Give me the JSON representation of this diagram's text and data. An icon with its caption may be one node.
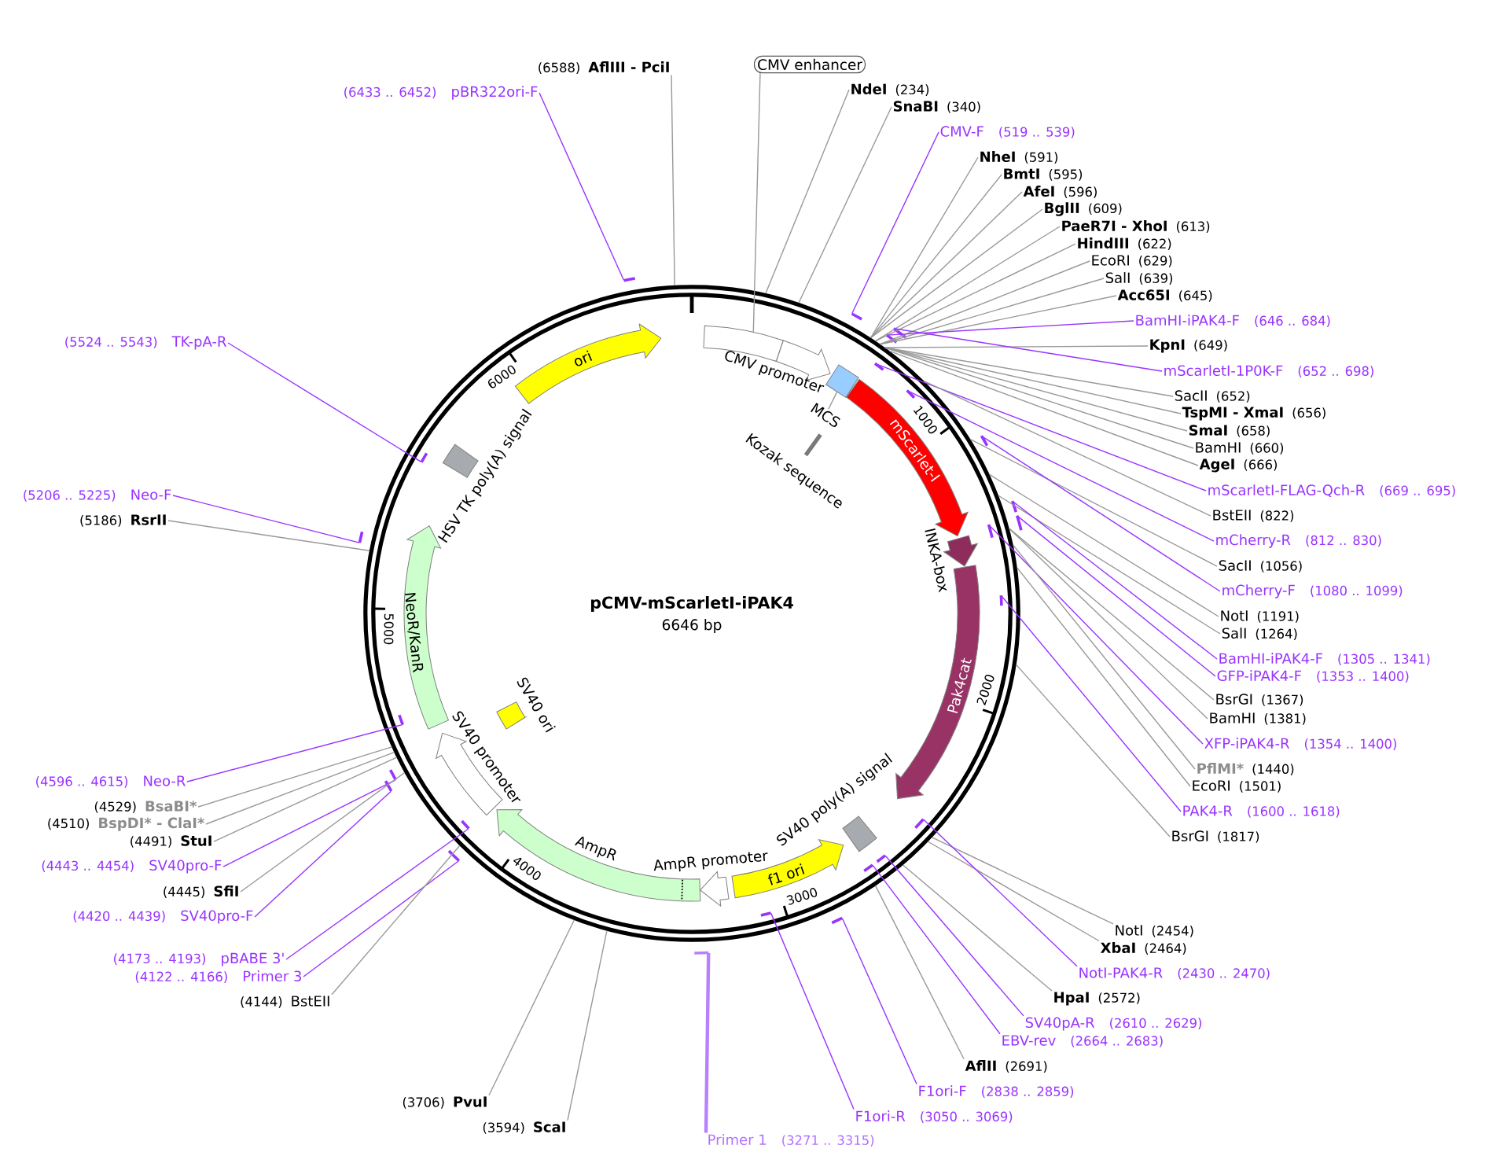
{
  "diagram": {
    "title": "pCMV-mScarletI-iPAK4",
    "nodes": [
      {
        "text": [
          "CMV enhancer"
        ]
      },
      {
        "text": [
          "NdeI",
          "(234)"
        ]
      },
      {
        "text": [
          "SnaBI",
          "(340)"
        ]
      },
      {
        "text": [
          "CMV-F",
          "(519 .. 539)"
        ]
      },
      {
        "text": [
          "NheI",
          "(591)"
        ]
      },
      {
        "text": [
          "BmtI",
          "(595)"
        ]
      },
      {
        "text": [
          "AfeI",
          "(596)"
        ]
      },
      {
        "text": [
          "BglII",
          "(609)"
        ]
      },
      {
        "text": [
          "PaeR7I - XhoI",
          "(613)"
        ]
      },
      {
        "text": [
          "HindIII",
          "(622)"
        ]
      },
      {
        "text": [
          "EcoRI",
          "(629)"
        ]
      },
      {
        "text": [
          "SalI",
          "(639)"
        ]
      },
      {
        "text": [
          "Acc65I",
          "(645)"
        ]
      },
      {
        "text": [
          "BamHI-iPAK4-F",
          "(646 .. 684)"
        ]
      },
      {
        "text": [
          "KpnI",
          "(649)"
        ]
      },
      {
        "text": [
          "mScarletI-1P0K-F",
          "(652 .. 698)"
        ]
      },
      {
        "text": [
          "SacII",
          "(652)"
        ]
      },
      {
        "text": [
          "TspMI - XmaI",
          "(656)"
        ]
      },
      {
        "text": [
          "SmaI",
          "(658)"
        ]
      },
      {
        "text": [
          "BamHI",
          "(660)"
        ]
      },
      {
        "text": [
          "AgeI",
          "(666)"
        ]
      },
      {
        "text": [
          "mScarletI-FLAG-Qch-R",
          "(669 .. 695)"
        ]
      },
      {
        "text": [
          "BstEII",
          "(822)"
        ]
      },
      {
        "text": [
          "mCherry-R",
          "(812 .. 830)"
        ]
      },
      {
        "text": [
          "SacII",
          "(1056)"
        ]
      },
      {
        "text": [
          "mCherry-F",
          "(1080 .. 1099)"
        ]
      },
      {
        "text": [
          "NotI",
          "(1191)"
        ]
      },
      {
        "text": [
          "SalI",
          "(1264)"
        ]
      },
      {
        "text": [
          "BamHI-iPAK4-F",
          "(1305 .. 1341)"
        ]
      },
      {
        "text": [
          "GFP-iPAK4-F",
          "(1353 .. 1400)"
        ]
      },
      {
        "text": [
          "BsrGI",
          "(1367)"
        ]
      },
      {
        "text": [
          "BamHI",
          "(1381)"
        ]
      },
      {
        "text": [
          "XFP-iPAK4-R",
          "(1354 .. 1400)"
        ]
      },
      {
        "text": [
          "PflMI*",
          "(1440)"
        ]
      },
      {
        "text": [
          "EcoRI",
          "(1501)"
        ]
      },
      {
        "text": [
          "PAK4-R",
          "(1600 .. 1618)"
        ]
      },
      {
        "text": [
          "BsrGI",
          "(1817)"
        ]
      },
      {
        "text": [
          "NotI",
          "(2454)"
        ]
      },
      {
        "text": [
          "XbaI",
          "(2464)"
        ]
      },
      {
        "text": [
          "NotI-PAK4-R",
          "(2430 .. 2470)"
        ]
      },
      {
        "text": [
          "HpaI",
          "(2572)"
        ]
      },
      {
        "text": [
          "SV40pA-R",
          "(2610 .. 2629)"
        ]
      },
      {
        "text": [
          "EBV-rev",
          "(2664 .. 2683)"
        ]
      },
      {
        "text": [
          "AflII",
          "(2691)"
        ]
      },
      {
        "text": [
          "F1ori-F",
          "(2838 .. 2859)"
        ]
      },
      {
        "text": [
          "F1ori-R",
          "(3050 .. 3069)"
        ]
      },
      {
        "text": [
          "Primer 1",
          "(3271 .. 3315)"
        ]
      },
      {
        "text": [
          "(6588)",
          "AflIII - PciI"
        ]
      },
      {
        "text": [
          "(6433 .. 6452)",
          "pBR322ori-F"
        ]
      },
      {
        "text": [
          "(5524 .. 5543)",
          "TK-pA-R"
        ]
      },
      {
        "text": [
          "(5206 .. 5225)",
          "Neo-F"
        ]
      },
      {
        "text": [
          "(5186)",
          "RsrII"
        ]
      },
      {
        "text": [
          "(4596 .. 4615)",
          "Neo-R"
        ]
      },
      {
        "text": [
          "(4529)",
          "BsaBI*"
        ]
      },
      {
        "text": [
          "(4510)",
          "BspDI* - ClaI*"
        ]
      },
      {
        "text": [
          "(4491)",
          "StuI"
        ]
      },
      {
        "text": [
          "(4443 .. 4454)",
          "SV40pro-F"
        ]
      },
      {
        "text": [
          "(4445)",
          "SfiI"
        ]
      },
      {
        "text": [
          "(4420 .. 4439)",
          "SV40pro-F"
        ]
      },
      {
        "text": [
          "(4173 .. 4193)",
          "pBABE 3'"
        ]
      },
      {
        "text": [
          "(4122 .. 4166)",
          "Primer 3"
        ]
      },
      {
        "text": [
          "(4144)",
          "BstEII"
        ]
      },
      {
        "text": [
          "(3706)",
          "PvuI"
        ]
      },
      {
        "text": [
          "(3594)",
          "ScaI"
        ]
      },
      {
        "text": [],
        "shape": "circle"
      },
      {
        "text": [
          "ori"
        ],
        "in": 64
      },
      {
        "text": [],
        "shape": "bar",
        "in": 64
      },
      {
        "text": [
          "CMV promoter"
        ],
        "in": 64
      },
      {
        "text": [
          "MCS"
        ],
        "in": 64
      },
      {
        "text": [],
        "shape": "box",
        "in": 64
      },
      {
        "text": [
          "Kozak sequence"
        ],
        "in": 64
      },
      {
        "text": [
          "mScarlet-I"
        ],
        "in": 64
      },
      {
        "text": [
          "INKA-box"
        ],
        "in": 64
      },
      {
        "text": [
          "Pak4cat"
        ],
        "in": 64
      },
      {
        "text": [
          "SV40 poly(A) signal"
        ],
        "in": 64
      },
      {
        "text": [
          "f1 ori"
        ],
        "in": 64
      },
      {
        "text": [
          "AmpR promoter"
        ],
        "in": 64
      },
      {
        "text": [
          "AmpR"
        ],
        "in": 64
      },
      {
        "text": [
          "SV40 promoter"
        ],
        "in": 64
      },
      {
        "text": [
          "SV40 ori"
        ],
        "in": 64
      },
      {
        "text": [
          "NeoR/KanR"
        ],
        "in": 64
      },
      {
        "text": [
          "HSV TK poly(A) signal"
        ],
        "in": 64
      },
      {
        "text": [],
        "shape": "bar"
      },
      {
        "text": [],
        "shape": "bar"
      },
      {
        "text": [],
        "shape": "bar"
      },
      {
        "text": [],
        "shape": "bar"
      },
      {
        "text": [],
        "shape": "bar",
        "in": 64
      },
      {
        "text": [],
        "shape": "bar",
        "in": 64
      },
      {
        "text": [],
        "shape": "bar"
      },
      {
        "text": [],
        "shape": "bar",
        "in": 64
      },
      {
        "text": [],
        "shape": "bar"
      },
      {
        "text": [],
        "shape": "bar"
      },
      {
        "text": [],
        "shape": "bar",
        "in": 64
      },
      {
        "text": [],
        "shape": "bar"
      },
      {
        "text": [],
        "shape": "bar",
        "in": 64
      },
      {
        "text": [],
        "shape": "bar",
        "in": 64
      },
      {
        "text": [],
        "shape": "bar"
      },
      {
        "text": [],
        "shape": "bar"
      },
      {
        "text": [],
        "shape": "bar",
        "in": 64
      },
      {
        "text": [],
        "shape": "bar",
        "in": 64
      },
      {
        "text": [],
        "shape": "bar",
        "in": 64
      },
      {
        "text": [],
        "shape": "bar"
      },
      {
        "text": [],
        "shape": "bar",
        "in": 64
      },
      {
        "text": [],
        "shape": "bar",
        "in": 64
      },
      {
        "text": [],
        "shape": "bar"
      },
      {
        "text": [],
        "shape": "bar"
      }
    ],
    "edges": [
      {
        "from": 0,
        "to": 66,
        "arrow": "none"
      },
      {
        "from": 1,
        "to": 64,
        "arrow": "none"
      },
      {
        "from": 2,
        "to": 64,
        "arrow": "none"
      },
      {
        "from": 3,
        "to": 83,
        "arrow": "none",
        "color": "#9933ff"
      },
      {
        "from": 4,
        "to": 64,
        "arrow": "none"
      },
      {
        "from": 5,
        "to": 64,
        "arrow": "none"
      },
      {
        "from": 6,
        "to": 64,
        "arrow": "none"
      },
      {
        "from": 7,
        "to": 64,
        "arrow": "none"
      },
      {
        "from": 8,
        "to": 64,
        "arrow": "none"
      },
      {
        "from": 9,
        "to": 64,
        "arrow": "none"
      },
      {
        "from": 10,
        "to": 64,
        "arrow": "none"
      },
      {
        "from": 11,
        "to": 64,
        "arrow": "none"
      },
      {
        "from": 12,
        "to": 64,
        "arrow": "none"
      },
      {
        "from": 13,
        "to": 84,
        "arrow": "none",
        "color": "#9933ff"
      },
      {
        "from": 14,
        "to": 64,
        "arrow": "none"
      },
      {
        "from": 15,
        "to": 85,
        "arrow": "none",
        "color": "#9933ff"
      },
      {
        "from": 16,
        "to": 64,
        "arrow": "none"
      },
      {
        "from": 17,
        "to": 64,
        "arrow": "none"
      },
      {
        "from": 18,
        "to": 64,
        "arrow": "none"
      },
      {
        "from": 19,
        "to": 64,
        "arrow": "none"
      },
      {
        "from": 20,
        "to": 64,
        "arrow": "none"
      },
      {
        "from": 21,
        "to": 86,
        "arrow": "none",
        "color": "#9933ff"
      },
      {
        "from": 22,
        "to": 64,
        "arrow": "none"
      },
      {
        "from": 23,
        "to": 87,
        "arrow": "none",
        "color": "#9933ff"
      },
      {
        "from": 24,
        "to": 64,
        "arrow": "none"
      },
      {
        "from": 25,
        "to": 88,
        "arrow": "none",
        "color": "#9933ff"
      },
      {
        "from": 26,
        "to": 64,
        "arrow": "none"
      },
      {
        "from": 27,
        "to": 64,
        "arrow": "none"
      },
      {
        "from": 28,
        "to": 90,
        "arrow": "none",
        "color": "#9933ff"
      },
      {
        "from": 29,
        "to": 91,
        "arrow": "none",
        "color": "#9933ff"
      },
      {
        "from": 30,
        "to": 64,
        "arrow": "none"
      },
      {
        "from": 31,
        "to": 64,
        "arrow": "none"
      },
      {
        "from": 32,
        "to": 92,
        "arrow": "none",
        "color": "#9933ff"
      },
      {
        "from": 33,
        "to": 64,
        "arrow": "none"
      },
      {
        "from": 34,
        "to": 64,
        "arrow": "none"
      },
      {
        "from": 35,
        "to": 94,
        "arrow": "none",
        "color": "#9933ff"
      },
      {
        "from": 36,
        "to": 64,
        "arrow": "none"
      },
      {
        "from": 37,
        "to": 64,
        "arrow": "none"
      },
      {
        "from": 38,
        "to": 64,
        "arrow": "none"
      },
      {
        "from": 39,
        "to": 98,
        "arrow": "none",
        "color": "#9933ff"
      },
      {
        "from": 40,
        "to": 64,
        "arrow": "none"
      },
      {
        "from": 41,
        "to": 100,
        "arrow": "none",
        "color": "#9933ff"
      },
      {
        "from": 42,
        "to": 102,
        "arrow": "none",
        "color": "#9933ff"
      },
      {
        "from": 43,
        "to": 64,
        "arrow": "none"
      },
      {
        "from": 44,
        "to": 104,
        "arrow": "none",
        "color": "#9933ff"
      },
      {
        "from": 45,
        "to": 103,
        "arrow": "none",
        "color": "#9933ff"
      },
      {
        "from": 46,
        "to": 105,
        "arrow": "none",
        "color": "#b880ff",
        "style": "thick"
      },
      {
        "from": 47,
        "to": 64,
        "arrow": "none"
      },
      {
        "from": 48,
        "to": 82,
        "arrow": "none",
        "color": "#9933ff"
      },
      {
        "from": 49,
        "to": 89,
        "arrow": "none",
        "color": "#9933ff"
      },
      {
        "from": 50,
        "to": 93,
        "arrow": "none",
        "color": "#9933ff"
      },
      {
        "from": 51,
        "to": 64,
        "arrow": "none"
      },
      {
        "from": 52,
        "to": 95,
        "arrow": "none",
        "color": "#9933ff"
      },
      {
        "from": 53,
        "to": 64,
        "arrow": "none"
      },
      {
        "from": 54,
        "to": 64,
        "arrow": "none"
      },
      {
        "from": 55,
        "to": 64,
        "arrow": "none"
      },
      {
        "from": 56,
        "to": 96,
        "arrow": "none",
        "color": "#9933ff"
      },
      {
        "from": 57,
        "to": 64,
        "arrow": "none"
      },
      {
        "from": 58,
        "to": 97,
        "arrow": "none",
        "color": "#9933ff"
      },
      {
        "from": 59,
        "to": 99,
        "arrow": "none",
        "color": "#9933ff"
      },
      {
        "from": 60,
        "to": 101,
        "arrow": "none",
        "color": "#9933ff"
      },
      {
        "from": 61,
        "to": 64,
        "arrow": "none"
      },
      {
        "from": 62,
        "to": 64,
        "arrow": "none"
      },
      {
        "from": 63,
        "to": 64,
        "arrow": "none"
      },
      {
        "from": 68,
        "to": 69,
        "arrow": "none"
      }
    ],
    "labels": [
      "6646 bp",
      "1000",
      "2000",
      "3000",
      "4000",
      "5000",
      "6000"
    ]
  }
}
